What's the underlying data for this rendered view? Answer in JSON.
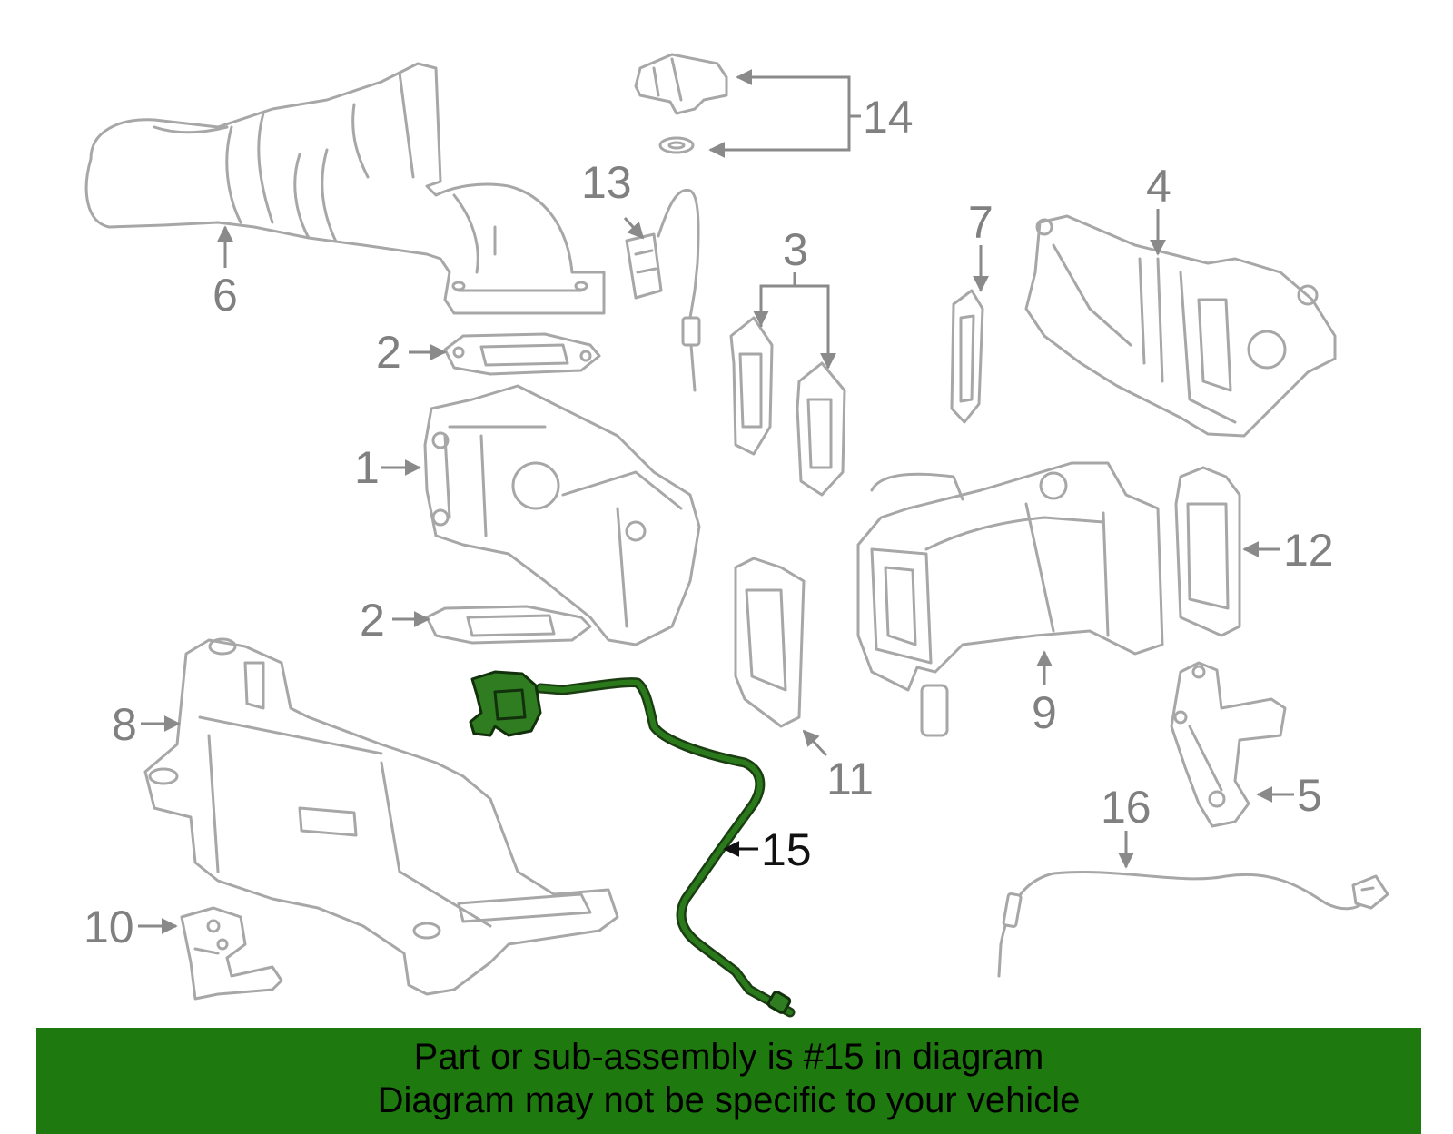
{
  "diagram": {
    "callouts": {
      "c1": "1",
      "c2a": "2",
      "c2b": "2",
      "c3": "3",
      "c4": "4",
      "c5": "5",
      "c6": "6",
      "c7": "7",
      "c8": "8",
      "c9": "9",
      "c10": "10",
      "c11": "11",
      "c12": "12",
      "c13": "13",
      "c14": "14",
      "c15": "15",
      "c16": "16"
    },
    "highlighted_part": "15",
    "highlight_color": "#2a7a1c",
    "line_color": "#a7a7a7"
  },
  "banner": {
    "line1": "Part or sub-assembly is #15 in diagram",
    "line2": "Diagram may not be specific to your vehicle",
    "background_color": "#1e7a0e"
  }
}
